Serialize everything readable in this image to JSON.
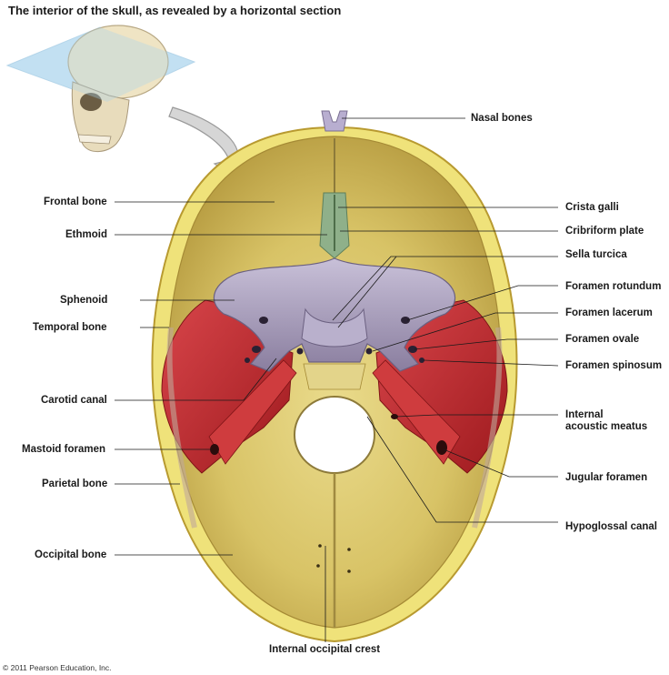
{
  "title": "The interior of the skull, as revealed by a horizontal section",
  "copyright": "© 2011 Pearson Education, Inc.",
  "labels": {
    "nasal_bones": "Nasal bones",
    "frontal_bone": "Frontal bone",
    "crista_galli": "Crista galli",
    "ethmoid": "Ethmoid",
    "cribriform_plate": "Cribriform plate",
    "sella_turcica": "Sella turcica",
    "sphenoid": "Sphenoid",
    "foramen_rotundum": "Foramen rotundum",
    "temporal_bone": "Temporal bone",
    "foramen_lacerum": "Foramen lacerum",
    "foramen_ovale": "Foramen ovale",
    "foramen_spinosum": "Foramen spinosum",
    "carotid_canal": "Carotid canal",
    "internal_acoustic_meatus_1": "Internal",
    "internal_acoustic_meatus_2": "acoustic meatus",
    "mastoid_foramen": "Mastoid foramen",
    "jugular_foramen": "Jugular foramen",
    "parietal_bone": "Parietal bone",
    "hypoglossal_canal": "Hypoglossal canal",
    "occipital_bone": "Occipital bone",
    "internal_occipital_crest": "Internal occipital crest"
  },
  "colors": {
    "bone_yellow": "#d9c66a",
    "outer_rim": "#e2cf3a",
    "sphenoid_lilac": "#a59ab8",
    "temporal_red": "#c0282a",
    "ethmoid_green": "#8fb08a",
    "plane_blue": "#a9d4ee"
  }
}
